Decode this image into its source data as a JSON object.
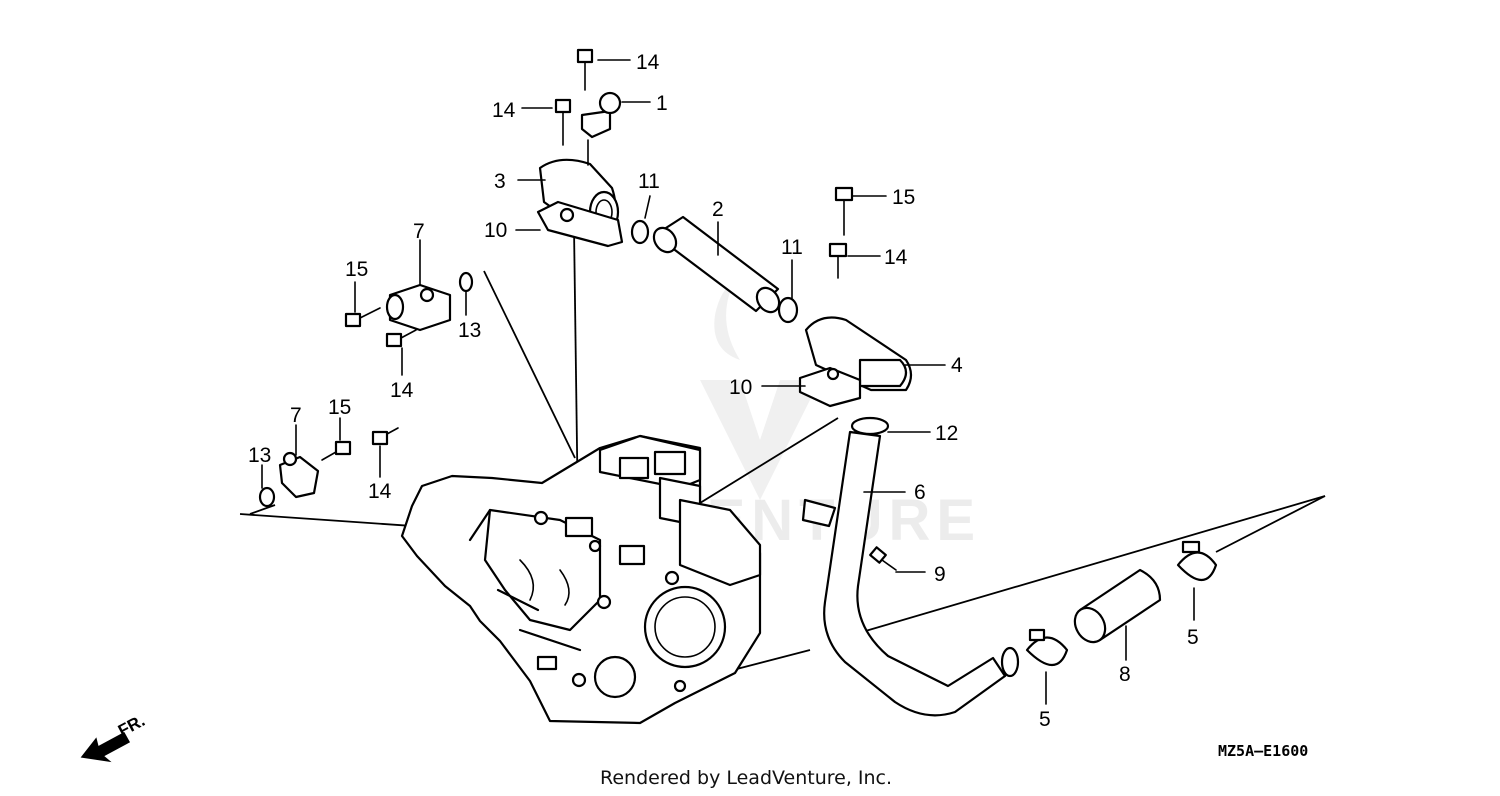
{
  "diagram": {
    "callouts": {
      "c14a": "14",
      "c1": "1",
      "c14b": "14",
      "c3": "3",
      "c11a": "11",
      "c2": "2",
      "c15a": "15",
      "c10a": "10",
      "c7a": "7",
      "c15b": "15",
      "c11b": "11",
      "c14c": "14",
      "c13a": "13",
      "c4": "4",
      "c14d": "14",
      "c10b": "10",
      "c7b": "7",
      "c15c": "15",
      "c12": "12",
      "c13b": "13",
      "c14e": "14",
      "c6": "6",
      "c9": "9",
      "c5a": "5",
      "c8": "8",
      "c5b": "5"
    },
    "direction_label": "FR.",
    "drawing_code": "MZ5A–E1600",
    "watermark": "LEADVENTURE"
  },
  "footer": {
    "credit": "Rendered by LeadVenture, Inc."
  }
}
